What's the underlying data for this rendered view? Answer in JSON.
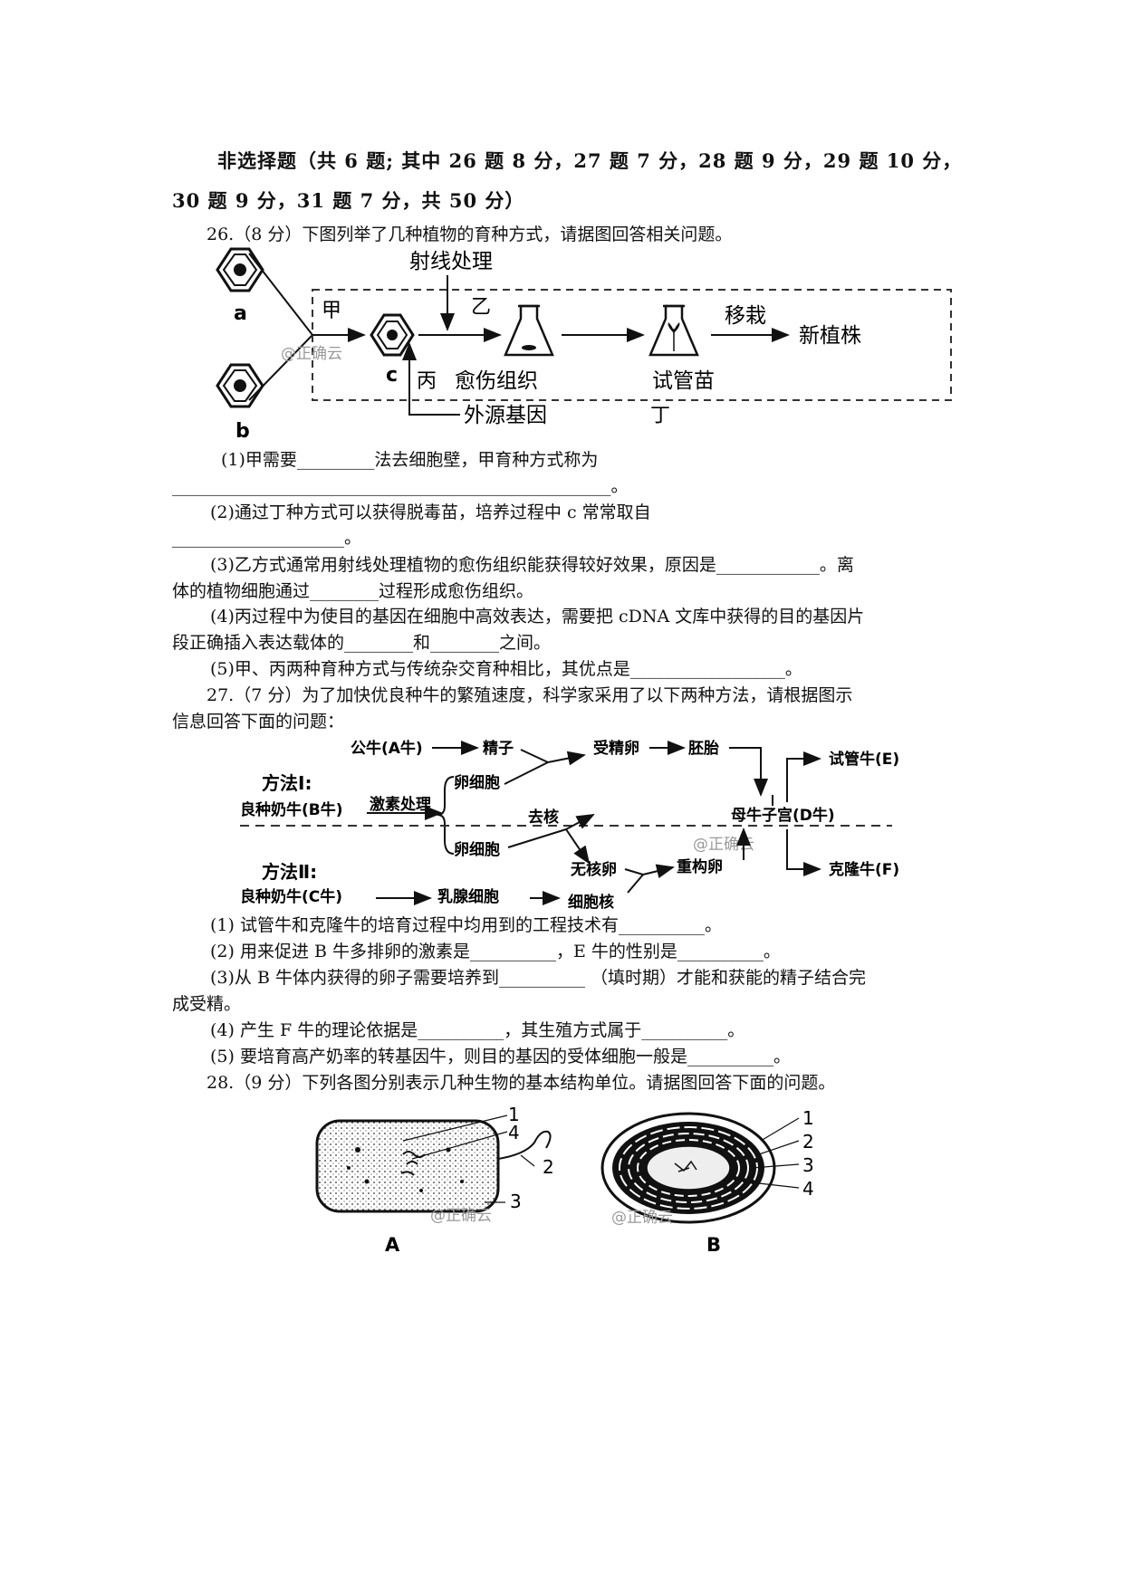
{
  "header": {
    "line1": "非选择题（共 6 题; 其中 26 题 8 分，27 题 7 分，28 题 9 分，29 题 10 分，",
    "line2": "30 题 9 分，31 题 7 分，共 50 分）"
  },
  "watermark": "@正确云",
  "q26": {
    "stem": "26.（8 分）下图列举了几种植物的育种方式，请据图回答相关问题。",
    "fig": {
      "ray": "射线处理",
      "a": "a",
      "b": "b",
      "c": "c",
      "jia": "甲",
      "yi": "乙",
      "bing": "丙",
      "ding": "丁",
      "callus": "愈伤组织",
      "seedling": "试管苗",
      "transplant": "移栽",
      "newplant": "新植株",
      "foreign": "外源基因"
    },
    "p1a": "(1)甲需要_________法去细胞壁，甲育种方式称为",
    "p1b": "___________________________________________________。",
    "p2a": "(2)通过丁种方式可以获得脱毒苗，培养过程中 c 常常取自",
    "p2b": "____________________。",
    "p3a": "(3)乙方式通常用射线处理植物的愈伤组织能获得较好效果，原因是____________。离",
    "p3b": "体的植物细胞通过________过程形成愈伤组织。",
    "p4a": "(4)丙过程中为使目的基因在细胞中高效表达，需要把 cDNA 文库中获得的目的基因片",
    "p4b": "段正确插入表达载体的________和________之间。",
    "p5": "(5)甲、丙两种育种方式与传统杂交育种相比，其优点是__________________。"
  },
  "q27": {
    "stem1": "27.（7 分）为了加快优良种牛的繁殖速度，科学家采用了以下两种方法，请根据图示",
    "stem2": "信息回答下面的问题：",
    "fig": {
      "bull": "公牛(A牛)",
      "sperm": "精子",
      "zygote": "受精卵",
      "embryo": "胚胎",
      "method1": "方法Ⅰ:",
      "cowB": "良种奶牛(B牛)",
      "hormone": "激素处理",
      "egg1": "卵细胞",
      "egg2": "卵细胞",
      "enucleate": "去核",
      "uterus": "母牛子宫(D牛)",
      "cowE": "试管牛(E)",
      "cowF": "克隆牛(F)",
      "anucleate": "无核卵",
      "reconstructed": "重构卵",
      "method2": "方法Ⅱ:",
      "cowC": "良种奶牛(C牛)",
      "mammary": "乳腺细胞",
      "nucleus": "细胞核"
    },
    "p1": "(1)  试管牛和克隆牛的培育过程中均用到的工程技术有__________。",
    "p2": "(2)  用来促进 B 牛多排卵的激素是__________，E 牛的性别是__________。",
    "p3a": "(3)从 B 牛体内获得的卵子需要培养到__________ （填时期）才能和获能的精子结合完",
    "p3b": "成受精。",
    "p4": "(4)  产生 F 牛的理论依据是__________，其生殖方式属于__________。",
    "p5": "(5)  要培育高产奶率的转基因牛，则目的基因的受体细胞一般是__________。"
  },
  "q28": {
    "stem": "28.（9 分）下列各图分别表示几种生物的基本结构单位。请据图回答下面的问题。",
    "figA": {
      "label": "A",
      "n1": "1",
      "n2": "2",
      "n3": "3",
      "n4": "4"
    },
    "figB": {
      "label": "B",
      "n1": "1",
      "n2": "2",
      "n3": "3",
      "n4": "4"
    }
  }
}
